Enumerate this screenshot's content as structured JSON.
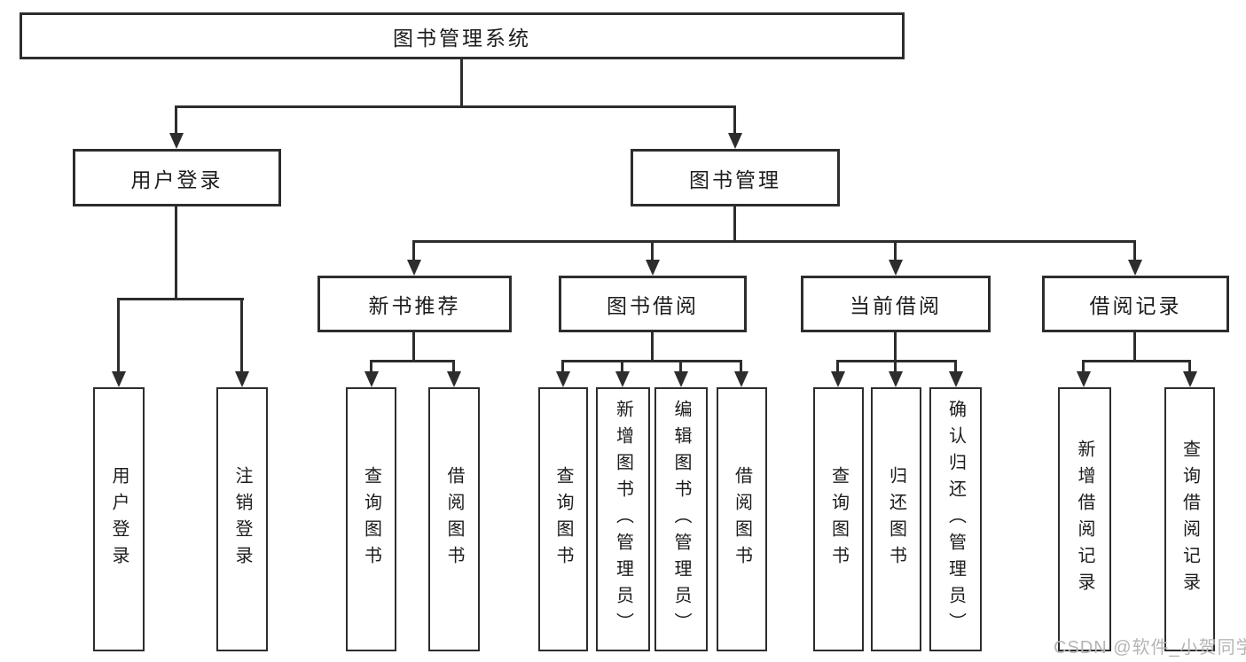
{
  "colors": {
    "line": "#2d2d2d",
    "text": "#1c1c1c",
    "bg": "#ffffff",
    "boxbg": "#ffffff",
    "watermark": "#b5b5b5"
  },
  "watermark": "CSDN @软件_小贺同学",
  "tree": {
    "root": {
      "label": "图书管理系统",
      "children": [
        {
          "label": "用户登录",
          "children": [
            {
              "label": "用户登录"
            },
            {
              "label": "注销登录"
            }
          ]
        },
        {
          "label": "图书管理",
          "children": [
            {
              "label": "新书推荐",
              "children": [
                {
                  "label": "查询图书"
                },
                {
                  "label": "借阅图书"
                }
              ]
            },
            {
              "label": "图书借阅",
              "children": [
                {
                  "label": "查询图书"
                },
                {
                  "label": "新增图书（管理员）"
                },
                {
                  "label": "编辑图书（管理员）"
                },
                {
                  "label": "借阅图书"
                }
              ]
            },
            {
              "label": "当前借阅",
              "children": [
                {
                  "label": "查询图书"
                },
                {
                  "label": "归还图书"
                },
                {
                  "label": "确认归还（管理员）"
                }
              ]
            },
            {
              "label": "借阅记录",
              "children": [
                {
                  "label": "新增借阅记录"
                },
                {
                  "label": "查询借阅记录"
                }
              ]
            }
          ]
        }
      ]
    }
  }
}
